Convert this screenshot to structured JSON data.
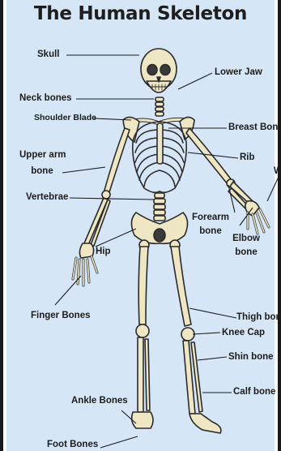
{
  "title": "The Human Skeleton",
  "colors": {
    "background": "#d6e6f7",
    "bone": "#efe6c4",
    "outline": "#2b2b2b",
    "text": "#1e1e1e"
  },
  "labels": {
    "skull": "Skull",
    "lower_jaw": "Lower Jaw",
    "neck_bones": "Neck bones",
    "shoulder_blade": "Shoulder Blade",
    "breast_bone": "Breast Bone",
    "upper_arm_bone_1": "Upper arm",
    "upper_arm_bone_2": "bone",
    "rib": "Rib",
    "wrist_partial": "W",
    "vertebrae": "Vertebrae",
    "forearm_bone_1": "Forearm",
    "forearm_bone_2": "bone",
    "elbow_bone_1": "Elbow",
    "elbow_bone_2": "bone",
    "hip": "Hip",
    "finger_bones": "Finger Bones",
    "thigh_bone": "Thigh bon",
    "knee_cap": "Knee Cap",
    "shin_bone": "Shin bone",
    "calf_bone": "Calf bone",
    "ankle_bones": "Ankle Bones",
    "foot_bones": "Foot Bones"
  }
}
